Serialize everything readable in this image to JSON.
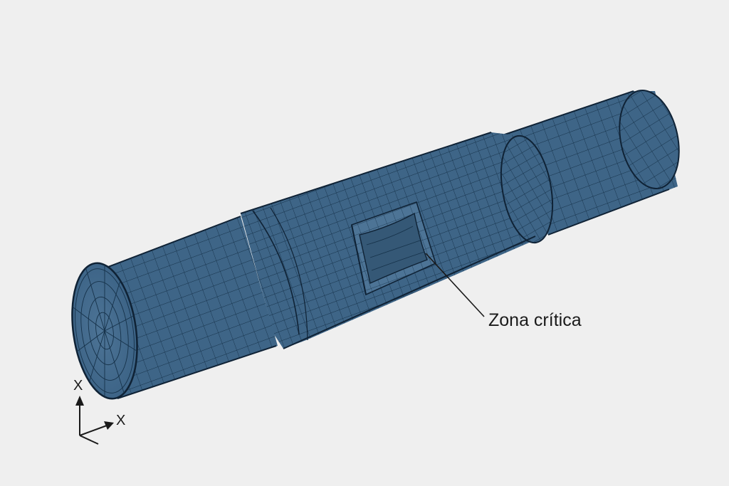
{
  "figure": {
    "callout": "Zona crítica",
    "axis_vertical": "X",
    "axis_horizontal": "X"
  },
  "colors": {
    "background": "#efefef",
    "mesh_fill": "#3e6587",
    "mesh_fill_dark": "#355876",
    "mesh_fill_light": "#4d7496",
    "mesh_lines": "#16324a",
    "outline": "#0f2235",
    "label": "#1a1a1a"
  }
}
